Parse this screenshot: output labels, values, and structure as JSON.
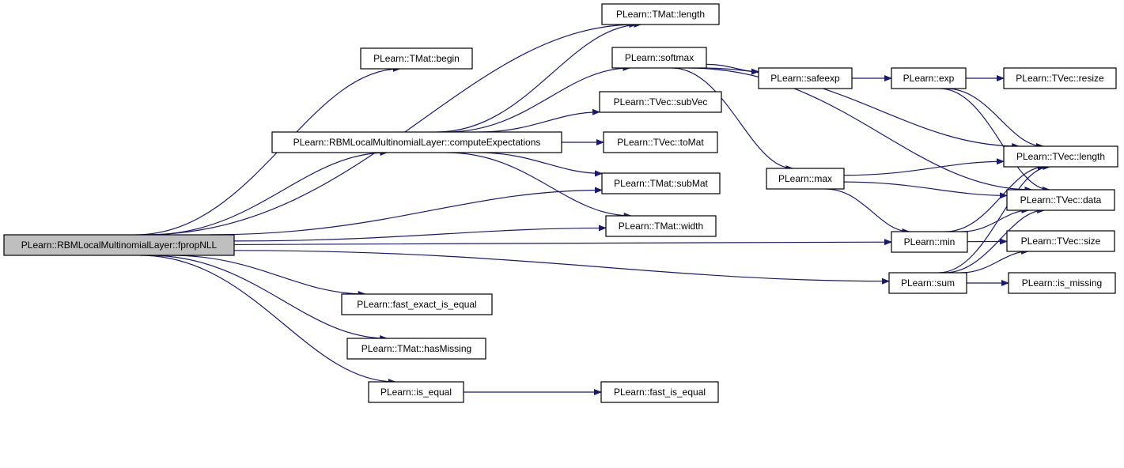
{
  "root": "PLearn::RBMLocalMultinomialLayer::fpropNLL",
  "nodes": {
    "fpropNLL": "PLearn::RBMLocalMultinomialLayer::fpropNLL",
    "computeExpectations": "PLearn::RBMLocalMultinomialLayer::computeExpectations",
    "tmat_begin": "PLearn::TMat::begin",
    "tmat_length": "PLearn::TMat::length",
    "softmax": "PLearn::softmax",
    "tvec_subVec": "PLearn::TVec::subVec",
    "tvec_toMat": "PLearn::TVec::toMat",
    "tmat_subMat": "PLearn::TMat::subMat",
    "tmat_width": "PLearn::TMat::width",
    "fast_exact_is_equal": "PLearn::fast_exact_is_equal",
    "tmat_hasMissing": "PLearn::TMat::hasMissing",
    "is_equal": "PLearn::is_equal",
    "fast_is_equal": "PLearn::fast_is_equal",
    "safeexp": "PLearn::safeexp",
    "exp": "PLearn::exp",
    "max": "PLearn::max",
    "min": "PLearn::min",
    "sum": "PLearn::sum",
    "tvec_resize": "PLearn::TVec::resize",
    "tvec_length": "PLearn::TVec::length",
    "tvec_data": "PLearn::TVec::data",
    "tvec_size": "PLearn::TVec::size",
    "is_missing": "PLearn::is_missing"
  },
  "edges": [
    [
      "fpropNLL",
      "tmat_begin"
    ],
    [
      "fpropNLL",
      "computeExpectations"
    ],
    [
      "fpropNLL",
      "tmat_length"
    ],
    [
      "fpropNLL",
      "tmat_subMat"
    ],
    [
      "fpropNLL",
      "tmat_width"
    ],
    [
      "fpropNLL",
      "min"
    ],
    [
      "fpropNLL",
      "fast_exact_is_equal"
    ],
    [
      "fpropNLL",
      "tmat_hasMissing"
    ],
    [
      "fpropNLL",
      "is_equal"
    ],
    [
      "fpropNLL",
      "sum"
    ],
    [
      "computeExpectations",
      "tmat_length"
    ],
    [
      "computeExpectations",
      "softmax"
    ],
    [
      "computeExpectations",
      "tvec_subVec"
    ],
    [
      "computeExpectations",
      "tvec_toMat"
    ],
    [
      "computeExpectations",
      "tmat_subMat"
    ],
    [
      "computeExpectations",
      "tmat_width"
    ],
    [
      "softmax",
      "safeexp"
    ],
    [
      "softmax",
      "max"
    ],
    [
      "softmax",
      "tvec_length"
    ],
    [
      "softmax",
      "tvec_data"
    ],
    [
      "safeexp",
      "exp"
    ],
    [
      "exp",
      "tvec_resize"
    ],
    [
      "exp",
      "tvec_length"
    ],
    [
      "exp",
      "tvec_data"
    ],
    [
      "max",
      "tvec_length"
    ],
    [
      "max",
      "tvec_data"
    ],
    [
      "max",
      "min"
    ],
    [
      "min",
      "tvec_length"
    ],
    [
      "min",
      "tvec_data"
    ],
    [
      "min",
      "tvec_size"
    ],
    [
      "sum",
      "tvec_length"
    ],
    [
      "sum",
      "tvec_data"
    ],
    [
      "sum",
      "tvec_size"
    ],
    [
      "sum",
      "is_missing"
    ],
    [
      "is_equal",
      "fast_is_equal"
    ]
  ],
  "colors": {
    "edge": "#191970",
    "node_border": "#000000",
    "root_fill": "#bfbfbf",
    "node_fill": "#ffffff"
  }
}
